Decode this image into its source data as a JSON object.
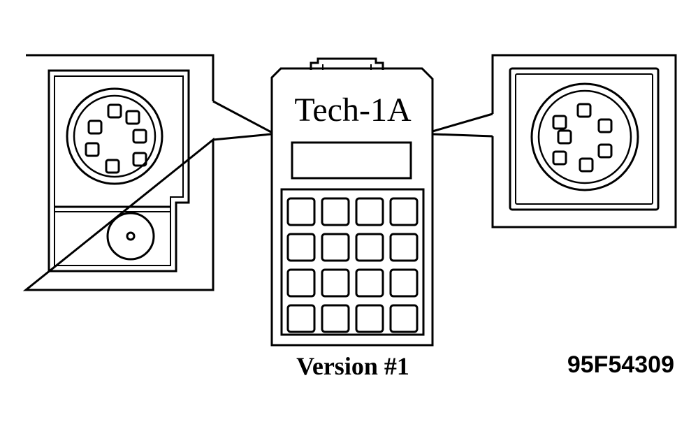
{
  "device": {
    "title": "Tech-1A",
    "keypad": {
      "rows": 4,
      "cols": 4
    }
  },
  "caption": "Version #1",
  "figure_code": "95F54309",
  "colors": {
    "ink": "#000000",
    "paper": "#ffffff"
  }
}
